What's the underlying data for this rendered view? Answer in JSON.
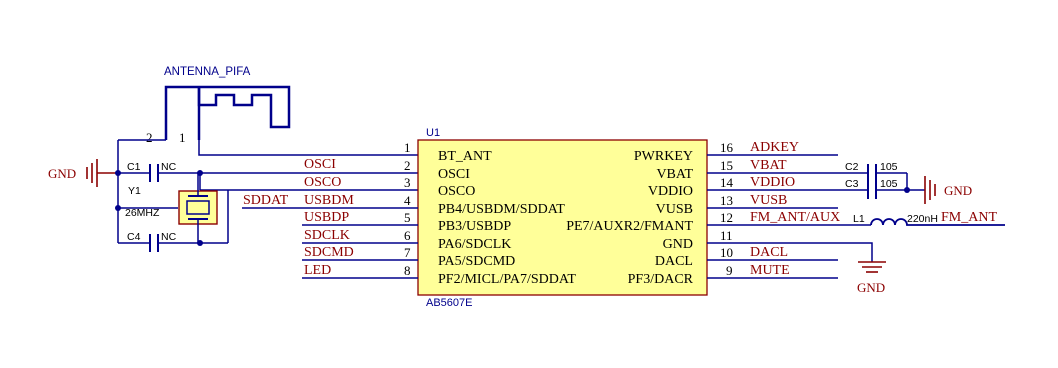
{
  "colors": {
    "wire": "#00008b",
    "net": "#8b0000",
    "body_fill": "#ffff99",
    "body_stroke": "#8b0000",
    "text": "#000000",
    "ref": "#00008b"
  },
  "antenna": {
    "label": "ANTENNA_PIFA",
    "pin1": "1",
    "pin2": "2"
  },
  "left_gnd": "GND",
  "c1": {
    "ref": "C1",
    "value": "NC"
  },
  "c4": {
    "ref": "C4",
    "value": "NC"
  },
  "y1": {
    "ref": "Y1",
    "value": "26MHZ"
  },
  "u1": {
    "ref": "U1",
    "part": "AB5607E"
  },
  "u1_left_pins": [
    {
      "num": "1",
      "name": "BT_ANT",
      "net": ""
    },
    {
      "num": "2",
      "name": "OSCI",
      "net": "OSCI"
    },
    {
      "num": "3",
      "name": "OSCO",
      "net": "OSCO"
    },
    {
      "num": "4",
      "name": "PB4/USBDM/SDDAT",
      "net": "USBDM"
    },
    {
      "num": "5",
      "name": "PB3/USBDP",
      "net": "USBDP"
    },
    {
      "num": "6",
      "name": "PA6/SDCLK",
      "net": "SDCLK"
    },
    {
      "num": "7",
      "name": "PA5/SDCMD",
      "net": "SDCMD"
    },
    {
      "num": "8",
      "name": "PF2/MICL/PA7/SDDAT",
      "net": "LED"
    }
  ],
  "u1_right_pins": [
    {
      "num": "16",
      "name": "PWRKEY",
      "net": "ADKEY"
    },
    {
      "num": "15",
      "name": "VBAT",
      "net": "VBAT"
    },
    {
      "num": "14",
      "name": "VDDIO",
      "net": "VDDIO"
    },
    {
      "num": "13",
      "name": "VUSB",
      "net": "VUSB"
    },
    {
      "num": "12",
      "name": "PE7/AUXR2/FMANT",
      "net": "FM_ANT/AUX"
    },
    {
      "num": "11",
      "name": "GND",
      "net": ""
    },
    {
      "num": "10",
      "name": "DACL",
      "net": "DACL"
    },
    {
      "num": "9",
      "name": "PF3/DACR",
      "net": "MUTE"
    }
  ],
  "sddat_net": "SDDAT",
  "c2": {
    "ref": "C2",
    "value": "105"
  },
  "c3": {
    "ref": "C3",
    "value": "105"
  },
  "l1": {
    "ref": "L1",
    "value": "220nH"
  },
  "fm_ant_net": "FM_ANT",
  "right_gnd": "GND",
  "bottom_gnd": "GND"
}
